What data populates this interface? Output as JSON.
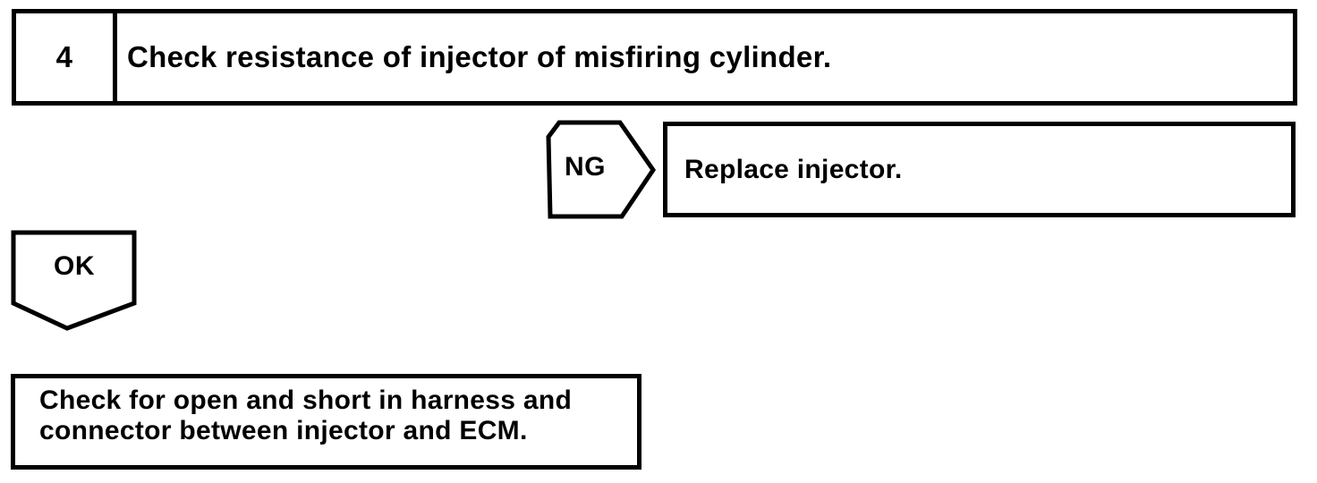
{
  "palette": {
    "ink": "#000000",
    "paper": "#ffffff"
  },
  "flowchart": {
    "step_number": "4",
    "step_instruction": "Check resistance of injector of misfiring cylinder.",
    "ng_label": "NG",
    "ng_action": "Replace injector.",
    "ok_label": "OK",
    "ok_action": "Check for open and short in harness and connector between injector and ECM."
  }
}
